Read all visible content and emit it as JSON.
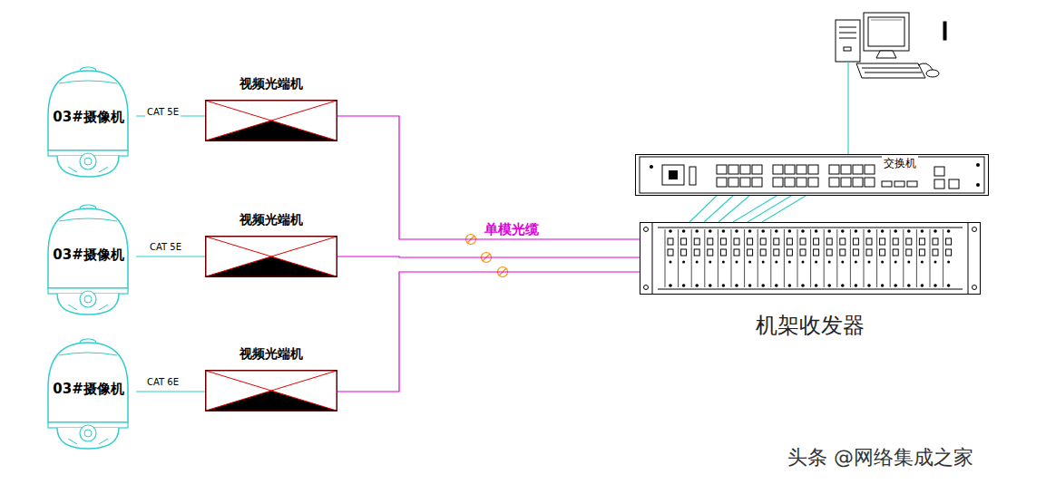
{
  "diagram": {
    "nodes": [
      {
        "text": [
          "03#摄像机"
        ]
      },
      {
        "text": [
          "03#摄像机"
        ]
      },
      {
        "text": [
          "03#摄像机"
        ]
      },
      {
        "text": [
          "视频光端机"
        ]
      },
      {
        "text": [
          "视频光端机"
        ]
      },
      {
        "text": [
          "视频光端机"
        ]
      },
      {
        "text": [
          "交换机"
        ]
      },
      {
        "text": [
          "机架收发器"
        ]
      }
    ],
    "edges": [
      {
        "from": 0,
        "to": 3,
        "arrow": "none",
        "label": "CAT 5E"
      },
      {
        "from": 1,
        "to": 4,
        "arrow": "none",
        "label": "CAT 5E"
      },
      {
        "from": 2,
        "to": 5,
        "arrow": "none",
        "label": "CAT 6E"
      },
      {
        "from": 3,
        "to": 7,
        "arrow": "none",
        "label": "单模光缆"
      },
      {
        "from": 4,
        "to": 7,
        "arrow": "none"
      },
      {
        "from": 5,
        "to": 7,
        "arrow": "none"
      },
      {
        "from": 6,
        "to": 7,
        "arrow": "none"
      },
      {
        "from": 6,
        "to": 7,
        "arrow": "none"
      },
      {
        "from": 6,
        "to": 7,
        "arrow": "none"
      },
      {
        "from": 6,
        "to": 7,
        "arrow": "none"
      },
      {
        "from": 6,
        "to": 7,
        "arrow": "none"
      },
      {
        "from": 6,
        "to": 7,
        "arrow": "none"
      }
    ],
    "labels": [
      "头条 @网络集成之家"
    ]
  }
}
